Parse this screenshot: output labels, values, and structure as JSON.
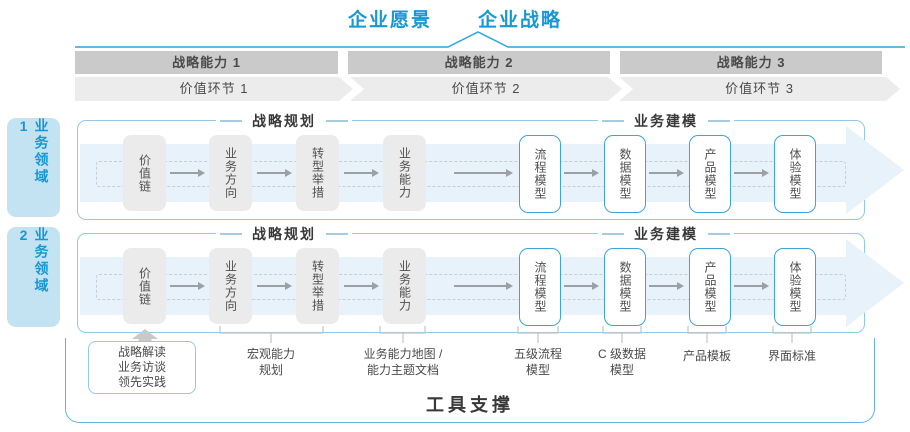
{
  "header": {
    "vision": "企业愿景",
    "strategy": "企业战略"
  },
  "capability_bars": [
    {
      "label": "战略能力 1"
    },
    {
      "label": "战略能力 2"
    },
    {
      "label": "战略能力 3"
    }
  ],
  "value_chain_bars": [
    {
      "label": "价值环节 1"
    },
    {
      "label": "价值环节 2"
    },
    {
      "label": "价值环节 3"
    }
  ],
  "domains": [
    {
      "label": "业务领域 1"
    },
    {
      "label": "业务领域 2"
    }
  ],
  "rows": [
    {
      "left_header": "战略规划",
      "right_header": "业务建模",
      "left_boxes": [
        "价值链",
        "业务方向",
        "转型举措",
        "业务能力"
      ],
      "right_boxes": [
        "流程模型",
        "数据模型",
        "产品模型",
        "体验模型"
      ]
    },
    {
      "left_header": "战略规划",
      "right_header": "业务建模",
      "left_boxes": [
        "价值链",
        "业务方向",
        "转型举措",
        "业务能力"
      ],
      "right_boxes": [
        "流程模型",
        "数据模型",
        "产品模型",
        "体验模型"
      ]
    }
  ],
  "annotations": {
    "interview": {
      "lines": [
        "战略解读",
        "业务访谈",
        "领先实践"
      ]
    },
    "macro_capability": "宏观能力\n规划",
    "capability_map": "业务能力地图 /\n能力主题文档",
    "process_model": "五级流程\n模型",
    "data_model": "C 级数据\n模型",
    "product_template": "产品模板",
    "ui_standard": "界面标准"
  },
  "footer": {
    "label": "工具支撑"
  },
  "colors": {
    "accent_blue": "#1797D4",
    "line_blue": "#2BA4DC",
    "bar_dark_gray": "#CACACA",
    "bar_light_gray": "#ECECEC",
    "tab_fill": "#C3E3F3",
    "lane_border": "#90CAE8",
    "stripe_blue": "#E7F2FA",
    "gray_box": "#EBEBEB",
    "blue_box_border": "#3CA4DA",
    "arrow_gray": "#9AA0A6",
    "text_dark": "#383838"
  }
}
